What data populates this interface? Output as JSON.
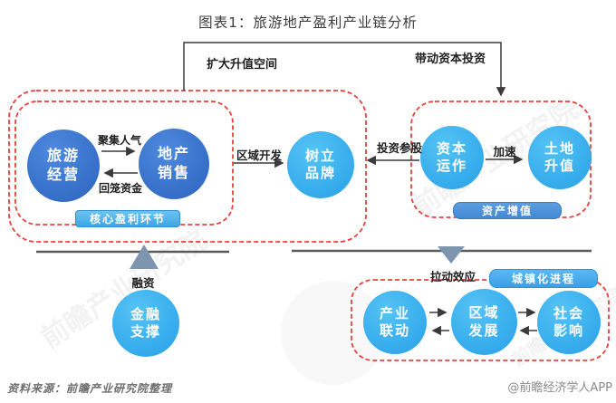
{
  "title": "图表1：旅游地产盈利产业链分析",
  "nodes": {
    "tourism": [
      "旅游",
      "经营"
    ],
    "sales": [
      "地产",
      "销售"
    ],
    "brand": [
      "树立",
      "品牌"
    ],
    "capital": [
      "资本",
      "运作"
    ],
    "land": [
      "土地",
      "升值"
    ],
    "finance": [
      "金融",
      "支撑"
    ],
    "industry": [
      "产业",
      "联动"
    ],
    "region": [
      "区域",
      "发展"
    ],
    "society": [
      "社会",
      "影响"
    ]
  },
  "edges": {
    "expand_space": "扩大升值空间",
    "drive_investment": "带动资本投资",
    "gather_popularity": "聚集人气",
    "return_funds": "回笼资金",
    "regional_development": "区域开发",
    "investment_equity": "投资参股",
    "accelerate": "加速",
    "financing": "融资",
    "pull_effect": "拉动效应"
  },
  "tags": {
    "core_profit": "核心盈利环节",
    "asset_appreciation": "资产增值",
    "urbanization": "城镇化进程"
  },
  "footer": {
    "source": "资料来源：前瞻产业研究院整理",
    "credit": "@前瞻经济学人APP"
  },
  "watermark": {
    "text": "前瞻产业研究院"
  },
  "colors": {
    "node_dark_blue": "#3b77d0",
    "node_light_blue": "#3fb6ef",
    "dashed_red": "#e8403d",
    "tag_core_blue": "#4fb3ea",
    "tag_asset_blue": "#4b92da",
    "tag_urban_blue": "#47abee",
    "triangle_gray_blue": "#7e95b0",
    "connector_black": "#3a3a3a",
    "platform_gray": "#5a5a5a"
  }
}
